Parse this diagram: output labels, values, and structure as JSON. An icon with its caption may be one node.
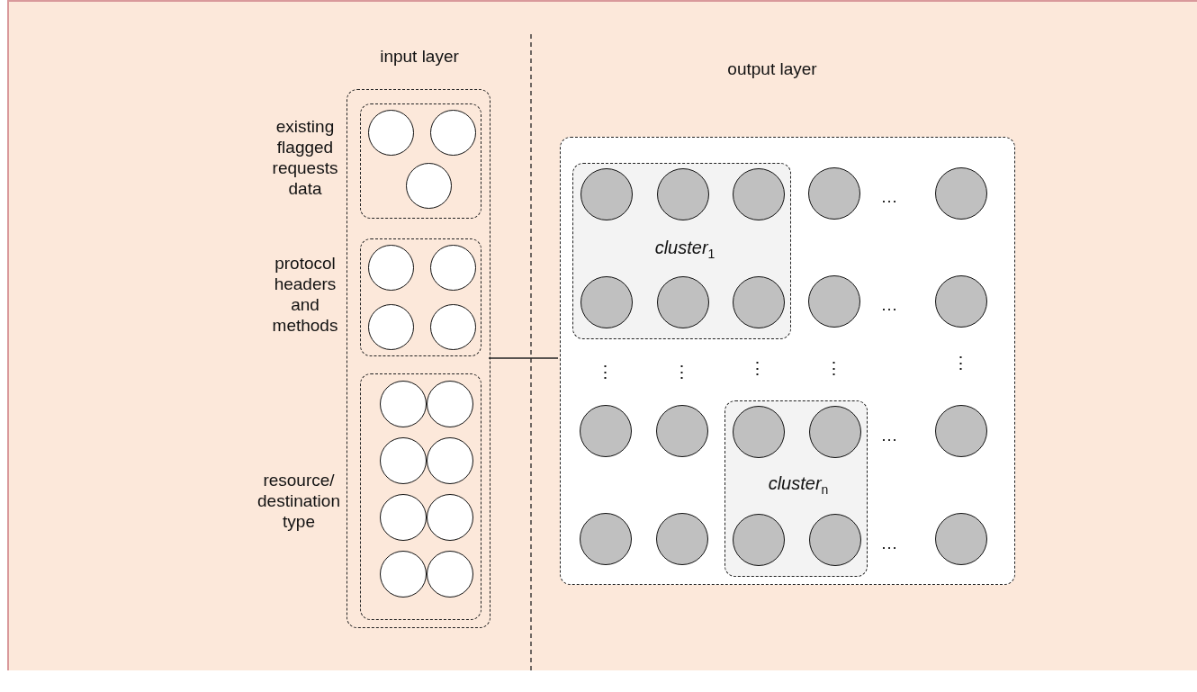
{
  "diagram": {
    "nodes": [
      {
        "text": [
          "input layer"
        ]
      },
      {
        "text": [
          "existing flagged requests data"
        ],
        "in": 0
      },
      {
        "text": [],
        "shape": "circle",
        "in": 1
      },
      {
        "text": [],
        "shape": "circle",
        "in": 1
      },
      {
        "text": [],
        "shape": "circle",
        "in": 1
      },
      {
        "text": [
          "protocol headers and methods"
        ],
        "in": 0
      },
      {
        "text": [],
        "shape": "circle",
        "in": 5
      },
      {
        "text": [],
        "shape": "circle",
        "in": 5
      },
      {
        "text": [],
        "shape": "circle",
        "in": 5
      },
      {
        "text": [],
        "shape": "circle",
        "in": 5
      },
      {
        "text": [
          "resource/ destination type"
        ],
        "in": 0
      },
      {
        "text": [],
        "shape": "circle",
        "in": 10
      },
      {
        "text": [],
        "shape": "circle",
        "in": 10
      },
      {
        "text": [],
        "shape": "circle",
        "in": 10
      },
      {
        "text": [],
        "shape": "circle",
        "in": 10
      },
      {
        "text": [],
        "shape": "circle",
        "in": 10
      },
      {
        "text": [],
        "shape": "circle",
        "in": 10
      },
      {
        "text": [],
        "shape": "circle",
        "in": 10
      },
      {
        "text": [],
        "shape": "circle",
        "in": 10
      },
      {
        "text": [
          "output layer"
        ]
      },
      {
        "text": [
          "cluster$_{1}$"
        ],
        "in": 19
      },
      {
        "text": [],
        "shape": "circle",
        "in": 20
      },
      {
        "text": [],
        "shape": "circle",
        "in": 20
      },
      {
        "text": [],
        "shape": "circle",
        "in": 20
      },
      {
        "text": [],
        "shape": "circle",
        "in": 20
      },
      {
        "text": [],
        "shape": "circle",
        "in": 20
      },
      {
        "text": [],
        "shape": "circle",
        "in": 20
      },
      {
        "text": [
          "cluster$_{n}$"
        ],
        "in": 19
      },
      {
        "text": [],
        "shape": "circle",
        "in": 27
      },
      {
        "text": [],
        "shape": "circle",
        "in": 27
      },
      {
        "text": [],
        "shape": "circle",
        "in": 27
      },
      {
        "text": [],
        "shape": "circle",
        "in": 27
      },
      {
        "text": [],
        "shape": "circle",
        "in": 19
      },
      {
        "text": [],
        "shape": "circle",
        "in": 19
      },
      {
        "text": [],
        "shape": "circle",
        "in": 19
      },
      {
        "text": [],
        "shape": "circle",
        "in": 19
      },
      {
        "text": [],
        "shape": "circle",
        "in": 19
      },
      {
        "text": [],
        "shape": "circle",
        "in": 19
      },
      {
        "text": [],
        "shape": "circle",
        "in": 19
      },
      {
        "text": [],
        "shape": "circle",
        "in": 19
      },
      {
        "text": [],
        "shape": "circle",
        "in": 19
      },
      {
        "text": [],
        "shape": "circle",
        "in": 19
      }
    ],
    "edges": [
      {
        "from": 0,
        "to": 19,
        "arrow": "none"
      }
    ],
    "labels": [
      "…",
      "…",
      "⋮",
      "⋮",
      "⋮",
      "⋮",
      "⋮",
      "…",
      "…"
    ]
  }
}
